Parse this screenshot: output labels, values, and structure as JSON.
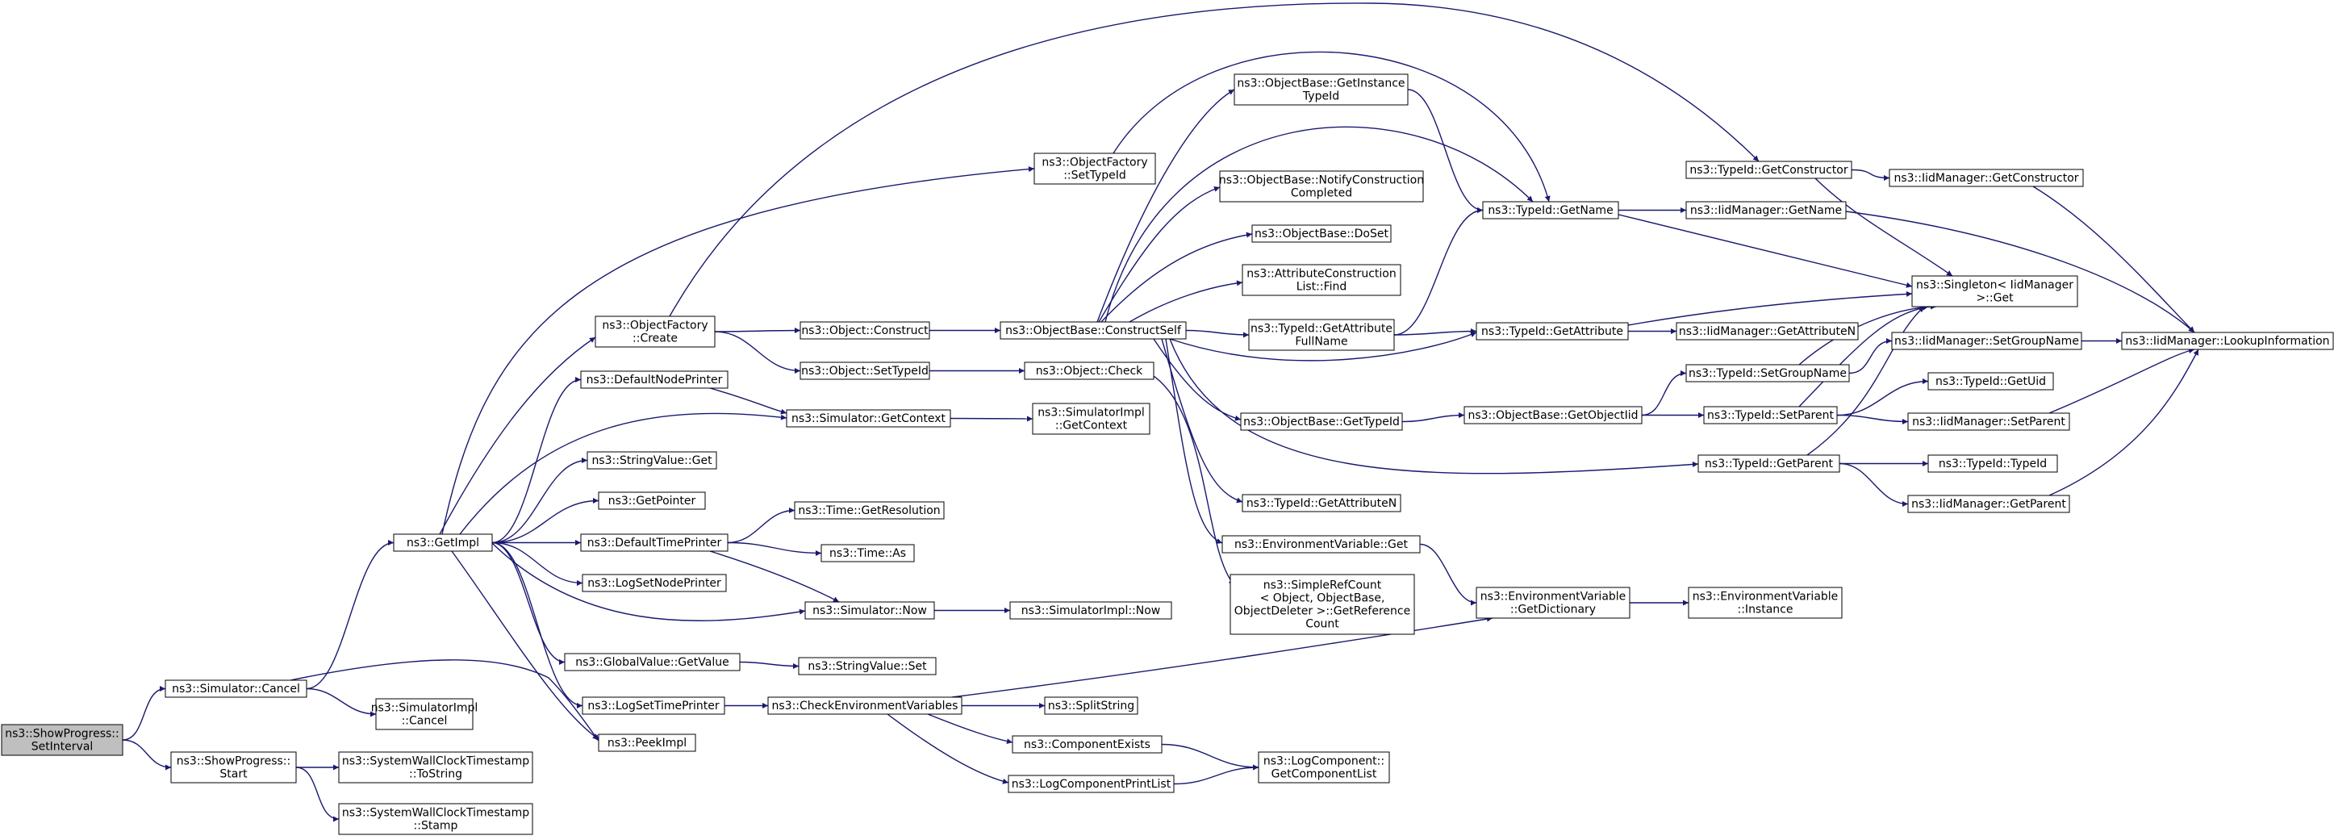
{
  "graph": {
    "colors": {
      "node_fill": "#ffffff",
      "root_fill": "#bfbfbf",
      "border": "#000000",
      "edge": "#191970"
    },
    "nodes": [
      {
        "id": "root",
        "lines": [
          "ns3::ShowProgress::",
          "SetInterval"
        ],
        "root": true
      },
      {
        "id": "simcancel",
        "lines": [
          "ns3::Simulator::Cancel"
        ]
      },
      {
        "id": "spstart",
        "lines": [
          "ns3::ShowProgress::",
          "Start"
        ]
      },
      {
        "id": "getimpl",
        "lines": [
          "ns3::GetImpl"
        ]
      },
      {
        "id": "simimplcancel",
        "lines": [
          "ns3::SimulatorImpl",
          "::Cancel"
        ]
      },
      {
        "id": "peekimpl",
        "lines": [
          "ns3::PeekImpl"
        ]
      },
      {
        "id": "swctostring",
        "lines": [
          "ns3::SystemWallClockTimestamp",
          "::ToString"
        ]
      },
      {
        "id": "swcstamp",
        "lines": [
          "ns3::SystemWallClockTimestamp",
          "::Stamp"
        ]
      },
      {
        "id": "ofcreate",
        "lines": [
          "ns3::ObjectFactory",
          "::Create"
        ]
      },
      {
        "id": "defnodeprinter",
        "lines": [
          "ns3::DefaultNodePrinter"
        ]
      },
      {
        "id": "strvalget",
        "lines": [
          "ns3::StringValue::Get"
        ]
      },
      {
        "id": "getpointer",
        "lines": [
          "ns3::GetPointer"
        ]
      },
      {
        "id": "deftimeprinter",
        "lines": [
          "ns3::DefaultTimePrinter"
        ]
      },
      {
        "id": "logsetnodeprinter",
        "lines": [
          "ns3::LogSetNodePrinter"
        ]
      },
      {
        "id": "gvgetvalue",
        "lines": [
          "ns3::GlobalValue::GetValue"
        ]
      },
      {
        "id": "logsettimeprinter",
        "lines": [
          "ns3::LogSetTimePrinter"
        ]
      },
      {
        "id": "ofsettypeid",
        "lines": [
          "ns3::ObjectFactory",
          "::SetTypeId"
        ]
      },
      {
        "id": "objconstruct",
        "lines": [
          "ns3::Object::Construct"
        ]
      },
      {
        "id": "objsettypeid",
        "lines": [
          "ns3::Object::SetTypeId"
        ]
      },
      {
        "id": "simgetcontext",
        "lines": [
          "ns3::Simulator::GetContext"
        ]
      },
      {
        "id": "timegetres",
        "lines": [
          "ns3::Time::GetResolution"
        ]
      },
      {
        "id": "timeas",
        "lines": [
          "ns3::Time::As"
        ]
      },
      {
        "id": "simnow",
        "lines": [
          "ns3::Simulator::Now"
        ]
      },
      {
        "id": "strvalset",
        "lines": [
          "ns3::StringValue::Set"
        ]
      },
      {
        "id": "checkenv",
        "lines": [
          "ns3::CheckEnvironmentVariables"
        ]
      },
      {
        "id": "obconstructself",
        "lines": [
          "ns3::ObjectBase::ConstructSelf"
        ]
      },
      {
        "id": "objcheck",
        "lines": [
          "ns3::Object::Check"
        ]
      },
      {
        "id": "simimplgetctx",
        "lines": [
          "ns3::SimulatorImpl",
          "::GetContext"
        ]
      },
      {
        "id": "simimplnow",
        "lines": [
          "ns3::SimulatorImpl::Now"
        ]
      },
      {
        "id": "splitstring",
        "lines": [
          "ns3::SplitString"
        ]
      },
      {
        "id": "compexists",
        "lines": [
          "ns3::ComponentExists"
        ]
      },
      {
        "id": "logcompprintlist",
        "lines": [
          "ns3::LogComponentPrintList"
        ]
      },
      {
        "id": "obgetinstancetid",
        "lines": [
          "ns3::ObjectBase::GetInstance",
          "TypeId"
        ]
      },
      {
        "id": "obnotify",
        "lines": [
          "ns3::ObjectBase::NotifyConstruction",
          "Completed"
        ]
      },
      {
        "id": "obdoset",
        "lines": [
          "ns3::ObjectBase::DoSet"
        ]
      },
      {
        "id": "attrfind",
        "lines": [
          "ns3::AttributeConstruction",
          "List::Find"
        ]
      },
      {
        "id": "tidgetattrfull",
        "lines": [
          "ns3::TypeId::GetAttribute",
          "FullName"
        ]
      },
      {
        "id": "obgettypeid",
        "lines": [
          "ns3::ObjectBase::GetTypeId"
        ]
      },
      {
        "id": "tidgetattrn",
        "lines": [
          "ns3::TypeId::GetAttributeN"
        ]
      },
      {
        "id": "envget",
        "lines": [
          "ns3::EnvironmentVariable::Get"
        ]
      },
      {
        "id": "simplerefcount",
        "lines": [
          "ns3::SimpleRefCount",
          "< Object, ObjectBase,",
          "ObjectDeleter >::GetReference",
          "Count"
        ]
      },
      {
        "id": "logcompgetlist",
        "lines": [
          "ns3::LogComponent::",
          "GetComponentList"
        ]
      },
      {
        "id": "tidgetname",
        "lines": [
          "ns3::TypeId::GetName"
        ]
      },
      {
        "id": "tidgetattr",
        "lines": [
          "ns3::TypeId::GetAttribute"
        ]
      },
      {
        "id": "obgetobjectiid",
        "lines": [
          "ns3::ObjectBase::GetObjectIid"
        ]
      },
      {
        "id": "envgetdict",
        "lines": [
          "ns3::EnvironmentVariable",
          "::GetDictionary"
        ]
      },
      {
        "id": "tidgetconstructor",
        "lines": [
          "ns3::TypeId::GetConstructor"
        ]
      },
      {
        "id": "iidgetname",
        "lines": [
          "ns3::IidManager::GetName"
        ]
      },
      {
        "id": "iidgetattrn",
        "lines": [
          "ns3::IidManager::GetAttributeN"
        ]
      },
      {
        "id": "tidsetgroupname",
        "lines": [
          "ns3::TypeId::SetGroupName"
        ]
      },
      {
        "id": "tidsetparent",
        "lines": [
          "ns3::TypeId::SetParent"
        ]
      },
      {
        "id": "tidgetparent",
        "lines": [
          "ns3::TypeId::GetParent"
        ]
      },
      {
        "id": "envinstance",
        "lines": [
          "ns3::EnvironmentVariable",
          "::Instance"
        ]
      },
      {
        "id": "iidgetconstructor",
        "lines": [
          "ns3::IidManager::GetConstructor"
        ]
      },
      {
        "id": "singletonget",
        "lines": [
          "ns3::Singleton< IidManager",
          ">::Get"
        ]
      },
      {
        "id": "iidsetgroupname",
        "lines": [
          "ns3::IidManager::SetGroupName"
        ]
      },
      {
        "id": "tidgetuid",
        "lines": [
          "ns3::TypeId::GetUid"
        ]
      },
      {
        "id": "iidsetparent",
        "lines": [
          "ns3::IidManager::SetParent"
        ]
      },
      {
        "id": "tidtypeid",
        "lines": [
          "ns3::TypeId::TypeId"
        ]
      },
      {
        "id": "iidgetparent",
        "lines": [
          "ns3::IidManager::GetParent"
        ]
      },
      {
        "id": "iidlookup",
        "lines": [
          "ns3::IidManager::LookupInformation"
        ]
      }
    ],
    "edges": [
      [
        "root",
        "simcancel"
      ],
      [
        "root",
        "spstart"
      ],
      [
        "simcancel",
        "getimpl"
      ],
      [
        "simcancel",
        "simimplcancel"
      ],
      [
        "simcancel",
        "peekimpl"
      ],
      [
        "spstart",
        "swctostring"
      ],
      [
        "spstart",
        "swcstamp"
      ],
      [
        "getimpl",
        "ofcreate"
      ],
      [
        "getimpl",
        "defnodeprinter"
      ],
      [
        "getimpl",
        "strvalget"
      ],
      [
        "getimpl",
        "getpointer"
      ],
      [
        "getimpl",
        "deftimeprinter"
      ],
      [
        "getimpl",
        "logsetnodeprinter"
      ],
      [
        "getimpl",
        "gvgetvalue"
      ],
      [
        "getimpl",
        "logsettimeprinter"
      ],
      [
        "getimpl",
        "peekimpl"
      ],
      [
        "getimpl",
        "ofsettypeid"
      ],
      [
        "getimpl",
        "simgetcontext"
      ],
      [
        "getimpl",
        "simnow"
      ],
      [
        "ofcreate",
        "objconstruct"
      ],
      [
        "ofcreate",
        "objsettypeid"
      ],
      [
        "ofcreate",
        "tidgetconstructor"
      ],
      [
        "defnodeprinter",
        "simgetcontext"
      ],
      [
        "deftimeprinter",
        "timegetres"
      ],
      [
        "deftimeprinter",
        "timeas"
      ],
      [
        "deftimeprinter",
        "simnow"
      ],
      [
        "gvgetvalue",
        "strvalset"
      ],
      [
        "logsettimeprinter",
        "checkenv"
      ],
      [
        "objconstruct",
        "obconstructself"
      ],
      [
        "objsettypeid",
        "objcheck"
      ],
      [
        "simgetcontext",
        "simimplgetctx"
      ],
      [
        "simnow",
        "simimplnow"
      ],
      [
        "checkenv",
        "splitstring"
      ],
      [
        "checkenv",
        "compexists"
      ],
      [
        "checkenv",
        "logcompprintlist"
      ],
      [
        "checkenv",
        "envgetdict"
      ],
      [
        "compexists",
        "logcompgetlist"
      ],
      [
        "logcompprintlist",
        "logcompgetlist"
      ],
      [
        "ofsettypeid",
        "tidgetname"
      ],
      [
        "obconstructself",
        "obgetinstancetid"
      ],
      [
        "obconstructself",
        "obnotify"
      ],
      [
        "obconstructself",
        "obdoset"
      ],
      [
        "obconstructself",
        "attrfind"
      ],
      [
        "obconstructself",
        "tidgetattrfull"
      ],
      [
        "obconstructself",
        "obgettypeid"
      ],
      [
        "obconstructself",
        "tidgetattrn"
      ],
      [
        "obconstructself",
        "envget"
      ],
      [
        "obconstructself",
        "tidgetname"
      ],
      [
        "obconstructself",
        "tidgetattr"
      ],
      [
        "obconstructself",
        "tidgetparent"
      ],
      [
        "objcheck",
        "simplerefcount"
      ],
      [
        "obgetinstancetid",
        "tidgetname"
      ],
      [
        "tidgetattrfull",
        "tidgetname"
      ],
      [
        "tidgetattrfull",
        "tidgetattr"
      ],
      [
        "obgettypeid",
        "obgetobjectiid"
      ],
      [
        "envget",
        "envgetdict"
      ],
      [
        "tidgetname",
        "iidgetname"
      ],
      [
        "tidgetname",
        "singletonget"
      ],
      [
        "tidgetattr",
        "iidgetattrn"
      ],
      [
        "tidgetattr",
        "singletonget"
      ],
      [
        "obgetobjectiid",
        "tidsetgroupname"
      ],
      [
        "obgetobjectiid",
        "tidsetparent"
      ],
      [
        "envgetdict",
        "envinstance"
      ],
      [
        "tidgetconstructor",
        "iidgetconstructor"
      ],
      [
        "tidgetconstructor",
        "singletonget"
      ],
      [
        "tidsetgroupname",
        "iidsetgroupname"
      ],
      [
        "tidsetgroupname",
        "singletonget"
      ],
      [
        "tidsetparent",
        "tidgetuid"
      ],
      [
        "tidsetparent",
        "iidsetparent"
      ],
      [
        "tidsetparent",
        "singletonget"
      ],
      [
        "tidgetparent",
        "tidtypeid"
      ],
      [
        "tidgetparent",
        "iidgetparent"
      ],
      [
        "tidgetparent",
        "singletonget"
      ],
      [
        "iidgetname",
        "iidlookup"
      ],
      [
        "iidgetconstructor",
        "iidlookup"
      ],
      [
        "iidsetgroupname",
        "iidlookup"
      ],
      [
        "iidsetparent",
        "iidlookup"
      ],
      [
        "iidgetparent",
        "iidlookup"
      ]
    ]
  }
}
